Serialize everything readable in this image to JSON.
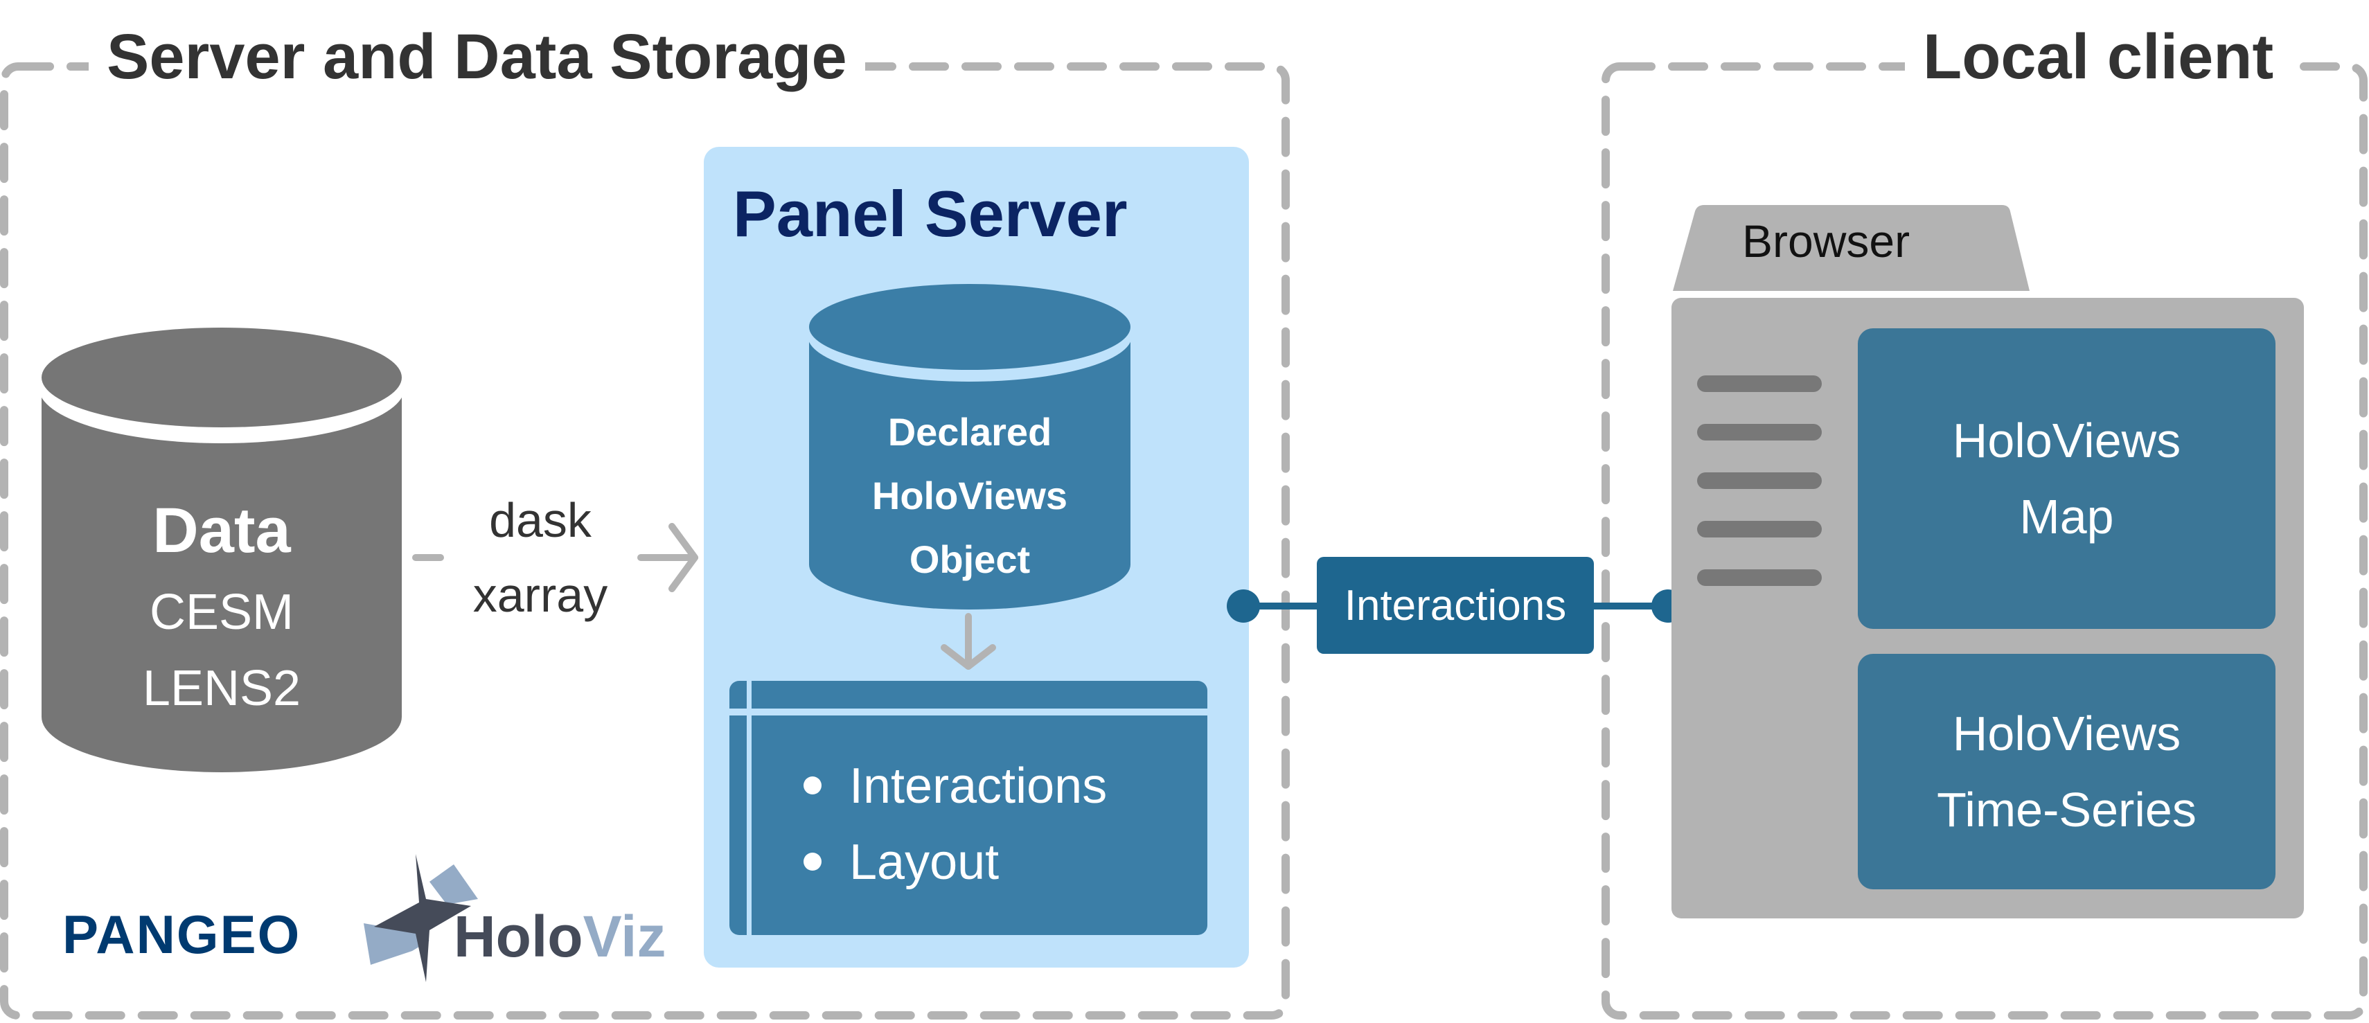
{
  "groups": {
    "server": {
      "title": "Server and Data Storage"
    },
    "client": {
      "title": "Local client"
    }
  },
  "data_store": {
    "title": "Data",
    "lines": [
      "CESM",
      "LENS2"
    ]
  },
  "connector": {
    "lines": [
      "dask",
      "xarray"
    ]
  },
  "panel_server": {
    "title": "Panel Server",
    "object": {
      "lines": [
        "Declared",
        "HoloViews",
        "Object"
      ]
    },
    "layout_items": [
      "Interactions",
      "Layout"
    ]
  },
  "link": {
    "label": "Interactions"
  },
  "browser": {
    "tab_label": "Browser",
    "panels": [
      {
        "lines": [
          "HoloViews",
          "Map"
        ]
      },
      {
        "lines": [
          "HoloViews",
          "Time-Series"
        ]
      }
    ]
  },
  "logos": {
    "pangeo": "PANGEO",
    "holoviz_dark": "Holo",
    "holoviz_light": "Viz"
  },
  "colors": {
    "dashed_border": "#b3b3b3",
    "panel_bg": "#bfe2fb",
    "panel_title": "#0b2463",
    "object_blue": "#3b7ea7",
    "link_blue": "#1e668f",
    "data_gray": "#767676",
    "browser_gray": "#b3b3b3"
  }
}
